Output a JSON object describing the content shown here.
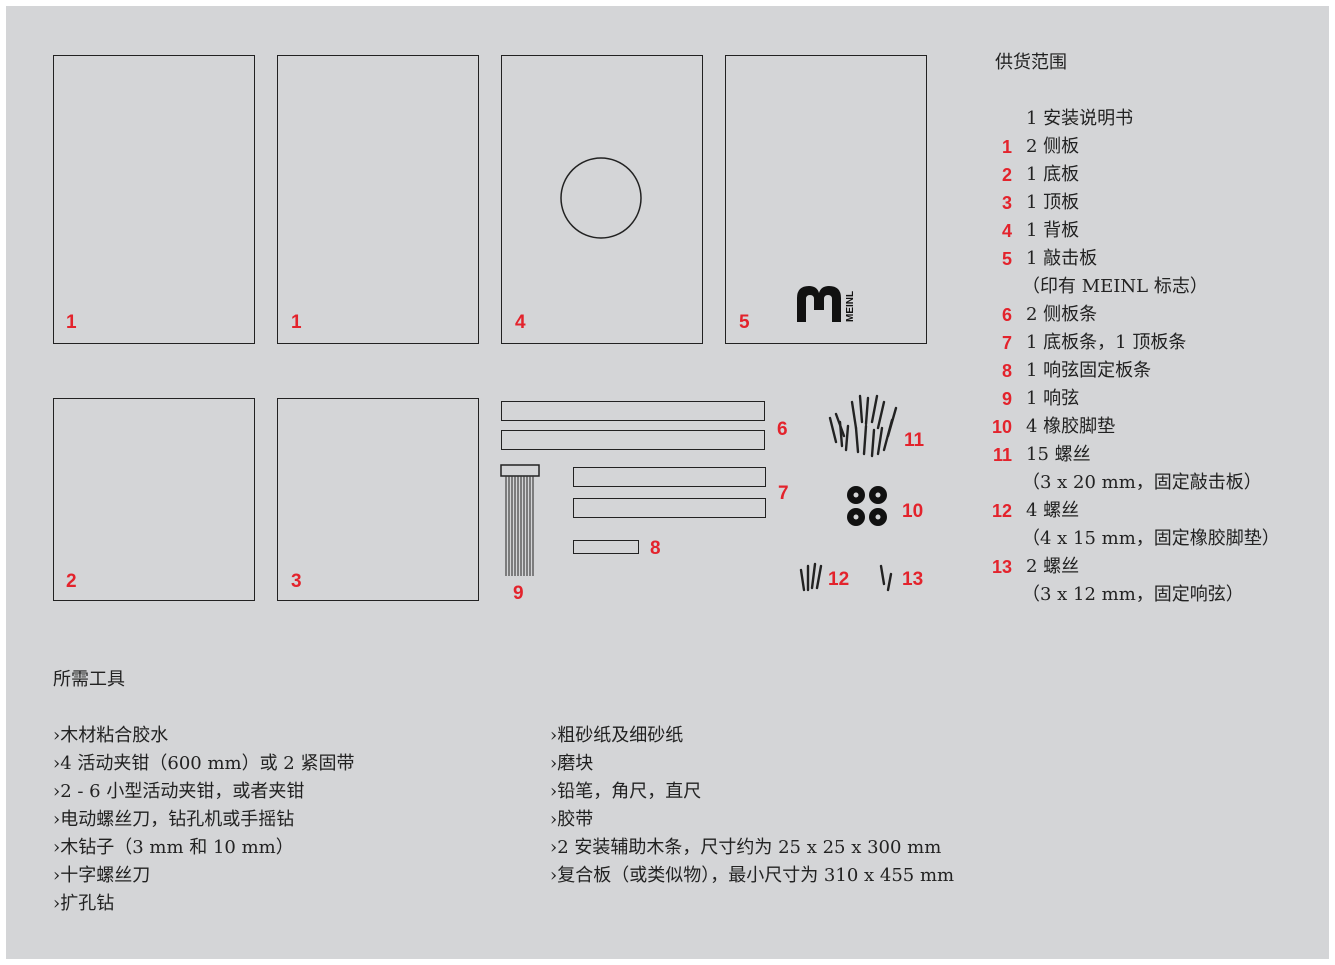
{
  "scope": {
    "title": "供货范围",
    "items": [
      {
        "num": "",
        "text": "1 安装说明书"
      },
      {
        "num": "1",
        "text": "2 侧板"
      },
      {
        "num": "2",
        "text": "1 底板"
      },
      {
        "num": "3",
        "text": "1 顶板"
      },
      {
        "num": "4",
        "text": "1 背板"
      },
      {
        "num": "5",
        "text": "1 敲击板"
      },
      {
        "num": "",
        "text": "（印有 MEINL 标志）"
      },
      {
        "num": "6",
        "text": "2 侧板条"
      },
      {
        "num": "7",
        "text": "1 底板条，1 顶板条"
      },
      {
        "num": "8",
        "text": "1 响弦固定板条"
      },
      {
        "num": "9",
        "text": "1 响弦"
      },
      {
        "num": "10",
        "text": "4 橡胶脚垫"
      },
      {
        "num": "11",
        "text": "15 螺丝"
      },
      {
        "num": "",
        "text": "（3 x 20 mm，固定敲击板）"
      },
      {
        "num": "12",
        "text": "4 螺丝"
      },
      {
        "num": "",
        "text": "（4 x 15 mm，固定橡胶脚垫）"
      },
      {
        "num": "13",
        "text": "2 螺丝"
      },
      {
        "num": "",
        "text": "（3 x 12 mm，固定响弦）"
      }
    ]
  },
  "diagram_labels": {
    "side1": "1",
    "side2": "1",
    "back": "4",
    "front": "5",
    "bottom": "2",
    "top": "3",
    "strips6": "6",
    "strips7": "7",
    "strip8": "8",
    "snare9": "9",
    "screws11": "11",
    "feet10": "10",
    "screws12": "12",
    "screws13": "13"
  },
  "logo": {
    "text": "MEINL"
  },
  "tools": {
    "title": "所需工具",
    "col1": [
      "›木材粘合胶水",
      "›4 活动夹钳（600 mm）或 2 紧固带",
      "›2 - 6 小型活动夹钳，或者夹钳",
      "›电动螺丝刀，钻孔机或手摇钻",
      "›木钻子（3 mm 和 10 mm）",
      "›十字螺丝刀",
      "›扩孔钻"
    ],
    "col2": [
      "›粗砂纸及细砂纸",
      "›磨块",
      "›铅笔，角尺，直尺",
      "›胶带",
      "›2 安装辅助木条，尺寸约为 25 x 25 x 300 mm",
      "›复合板（或类似物），最小尺寸为 310 x 455 mm"
    ]
  },
  "colors": {
    "background": "#d4d5d7",
    "accent": "#e3232c",
    "line": "#222222"
  }
}
